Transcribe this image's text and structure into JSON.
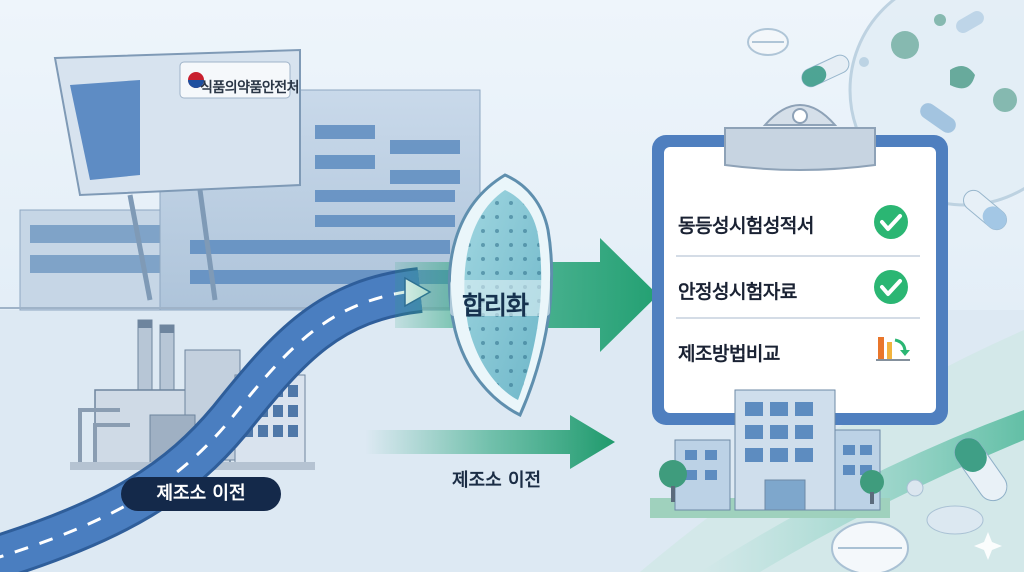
{
  "building_sign": "식품의약품안전처",
  "shield_label": "합리화",
  "factory_label": "제조소 이전",
  "arrow_label": "제조소 이전",
  "checklist": [
    {
      "label": "동등성시험성적서",
      "icon": "check-circle-icon",
      "status": "checked"
    },
    {
      "label": "안정성시험자료",
      "icon": "check-circle-icon",
      "status": "checked"
    },
    {
      "label": "제조방법비교",
      "icon": "comparison-chart-icon",
      "status": "compare"
    }
  ],
  "colors": {
    "road_blue": "#4a7ec0",
    "arrow_green": "#27a77a",
    "clipboard_border": "#4f7fbf",
    "check_green": "#2bb673",
    "label_dark": "#14294a"
  }
}
